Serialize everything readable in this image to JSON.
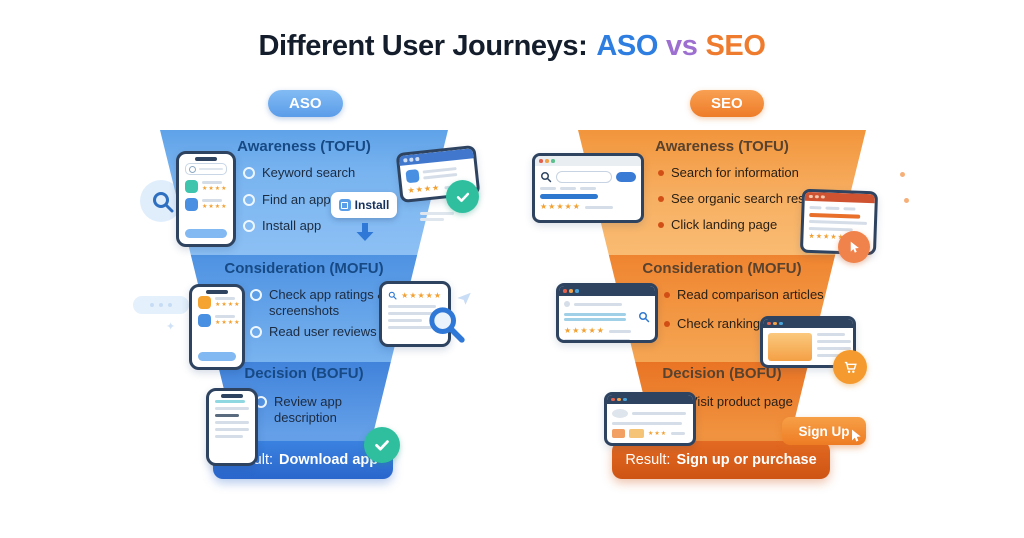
{
  "title": {
    "prefix": "Different User Journeys:",
    "aso": "ASO",
    "vs": "vs",
    "seo": "SEO"
  },
  "colors": {
    "aso_blue": "#2E7DE0",
    "vs_purple": "#9D6FD0",
    "seo_orange": "#EE7B2E",
    "funnel_blue": "#5FA2E8",
    "funnel_orange": "#F2953C",
    "check_green": "#2FBF9F"
  },
  "funnels": [
    {
      "badge": "ASO",
      "stages": [
        {
          "heading": "Awareness (TOFU)",
          "bullets": [
            "Keyword search",
            "Find an app",
            "Install app"
          ]
        },
        {
          "heading": "Consideration (MOFU)",
          "bullets": [
            "Check app ratings & screenshots",
            "Read user reviews"
          ]
        },
        {
          "heading": "Decision (BOFU)",
          "bullets": [
            "Review app description"
          ]
        }
      ],
      "cta": "Install",
      "result_label": "Result:",
      "result_value": "Download app"
    },
    {
      "badge": "SEO",
      "stages": [
        {
          "heading": "Awareness (TOFU)",
          "bullets": [
            "Search for information",
            "See organic search results",
            "Click landing page"
          ]
        },
        {
          "heading": "Consideration (MOFU)",
          "bullets": [
            "Read comparison articles",
            "Check rankings"
          ]
        },
        {
          "heading": "Decision (BOFU)",
          "bullets": [
            "Visit product page"
          ]
        }
      ],
      "cta": "Sign Up",
      "result_label": "Result:",
      "result_value": "Sign up or purchase"
    }
  ]
}
